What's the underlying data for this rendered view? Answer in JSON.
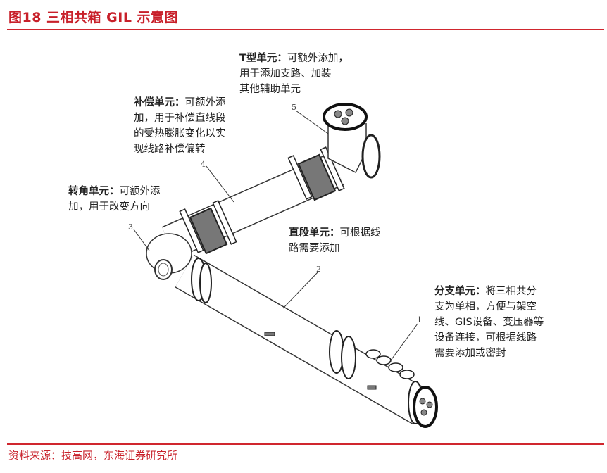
{
  "title": "图18  三相共箱 GIL 示意图",
  "source": "资料来源：技高网，东海证券研究所",
  "callouts": {
    "t_unit": {
      "number": "5",
      "heading": "T型单元：",
      "lines": [
        "可额外添加，",
        "用于添加支路、加装",
        "其他辅助单元"
      ]
    },
    "compensation_unit": {
      "number": "4",
      "heading": "补偿单元：",
      "lines": [
        "可额外添",
        "加，用于补偿直线段",
        "的受热膨胀变化以实",
        "现线路补偿偏转"
      ]
    },
    "corner_unit": {
      "number": "3",
      "heading": "转角单元：",
      "lines": [
        "可额外添",
        "加，用于改变方向"
      ]
    },
    "straight_unit": {
      "number": "2",
      "heading": "直段单元：",
      "lines": [
        "可根据线",
        "路需要添加"
      ]
    },
    "branch_unit": {
      "number": "1",
      "heading": "分支单元：",
      "lines": [
        "将三相共分",
        "支为单相，方便与架空",
        "线、GIS设备、变压器等",
        "设备连接，可根据线路",
        "需要添加或密封"
      ]
    }
  }
}
